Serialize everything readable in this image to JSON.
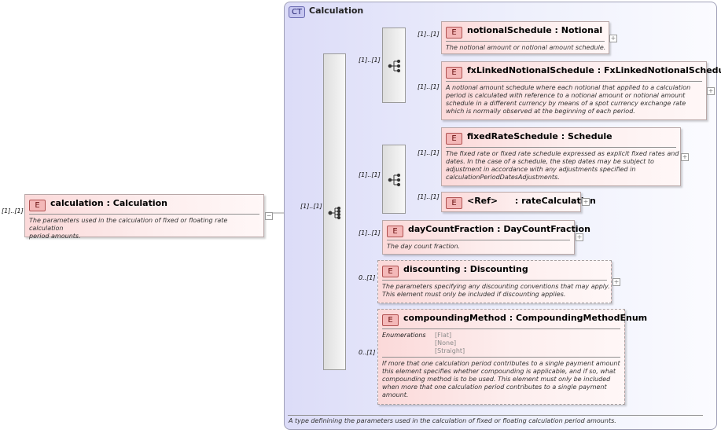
{
  "complex_type": {
    "badge": "CT",
    "name": "Calculation",
    "description": "A type definining the parameters used in the calculation of fixed or floating calculation period amounts."
  },
  "root": {
    "badge": "E",
    "name": "calculation",
    "type": "Calculation",
    "cardinality": "[1]..[1]",
    "description_lines": [
      "The parameters used in the calculation of fixed or floating rate calculation",
      "period amounts."
    ]
  },
  "main_sequence": {
    "cardinality": "[1]..[1]"
  },
  "choice1": {
    "cardinality": "[1]..[1]"
  },
  "choice2": {
    "cardinality": "[1]..[1]"
  },
  "elements": {
    "notionalSchedule": {
      "badge": "E",
      "name": "notionalSchedule",
      "type": "Notional",
      "cardinality": "[1]..[1]",
      "description_lines": [
        "The notional amount or notional amount schedule."
      ]
    },
    "fxLinkedNotionalSchedule": {
      "badge": "E",
      "name": "fxLinkedNotionalSchedule",
      "type": "FxLinkedNotionalSchedule",
      "cardinality": "[1]..[1]",
      "description_lines": [
        "A notional amount schedule where each notional that applied to a calculation",
        "period is calculated with reference to a notional amount or notional amount",
        "schedule in a different currency by means of a spot currency exchange rate",
        "which is normally observed at the beginning of each period."
      ]
    },
    "fixedRateSchedule": {
      "badge": "E",
      "name": "fixedRateSchedule",
      "type": "Schedule",
      "cardinality": "[1]..[1]",
      "description_lines": [
        "The fixed rate or fixed rate schedule expressed as explicit fixed rates and",
        "dates. In the case of a schedule, the step dates may be subject to",
        "adjustment in accordance with any adjustments specified in",
        "calculationPeriodDatesAdjustments."
      ]
    },
    "rateCalculation": {
      "badge": "E",
      "ref": "<Ref>",
      "name": "rateCalculation",
      "cardinality": "[1]..[1]"
    },
    "dayCountFraction": {
      "badge": "E",
      "name": "dayCountFraction",
      "type": "DayCountFraction",
      "cardinality": "[1]..[1]",
      "description_lines": [
        "The day count fraction."
      ]
    },
    "discounting": {
      "badge": "E",
      "name": "discounting",
      "type": "Discounting",
      "cardinality": "0..[1]",
      "description_lines": [
        "The parameters specifying any discounting conventions that may apply.",
        "This element must only be included if discounting applies."
      ]
    },
    "compoundingMethod": {
      "badge": "E",
      "name": "compoundingMethod",
      "type": "CompoundingMethodEnum",
      "cardinality": "0..[1]",
      "enumerations_label": "Enumerations",
      "enumerations": [
        "[Flat]",
        "[None]",
        "[Straight]"
      ],
      "description_lines": [
        "If more that one calculation period contributes to a single payment amount",
        "this element specifies whether compounding is applicable, and if so, what",
        "compounding method is to be used. This element must only be included",
        "when more that one calculation period contributes to a single payment",
        "amount."
      ]
    }
  },
  "expand_symbol": "+",
  "collapse_symbol": "−",
  "separator": ":"
}
